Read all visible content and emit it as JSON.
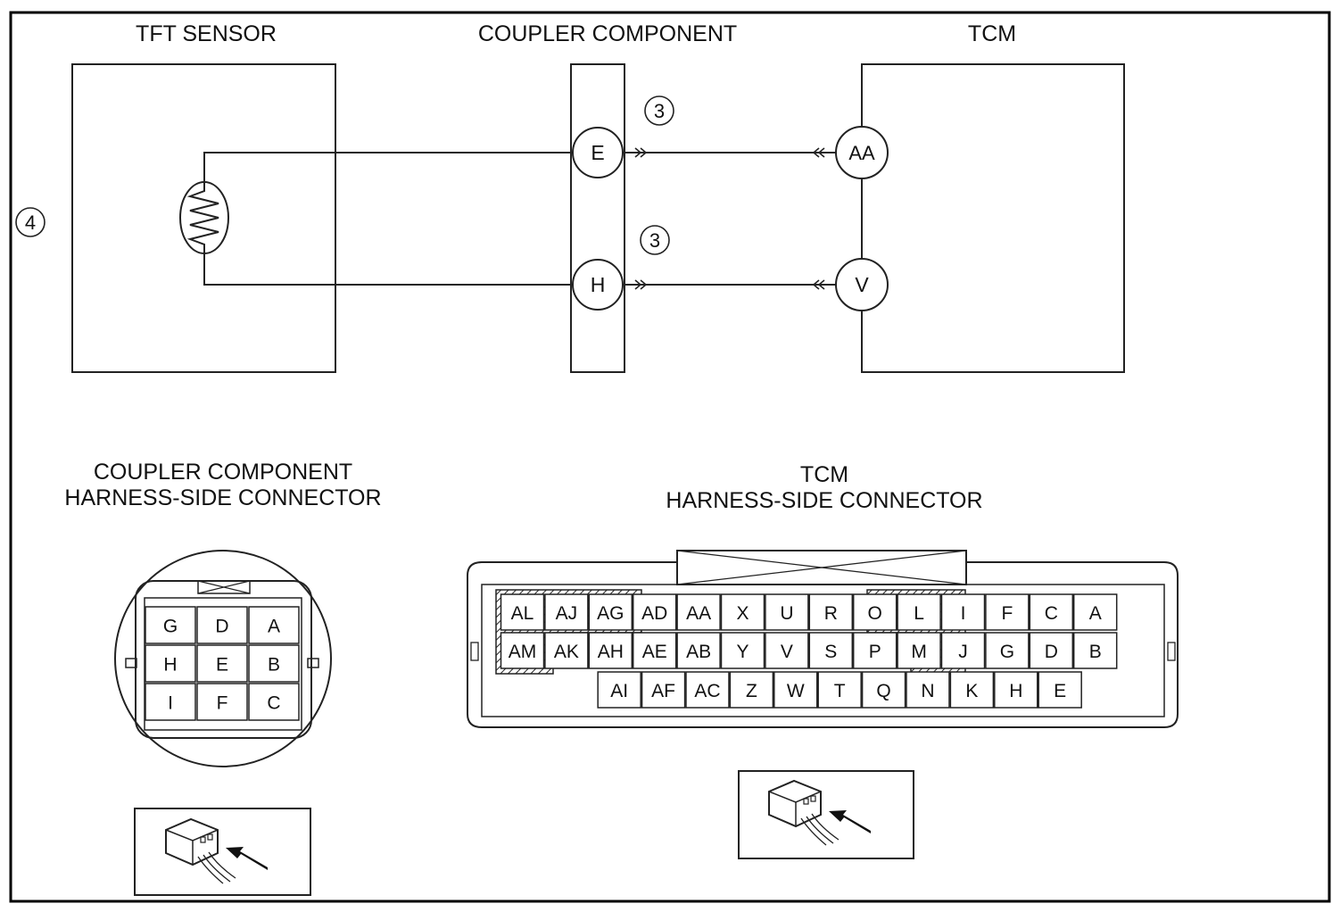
{
  "headings": {
    "tft_sensor": "TFT SENSOR",
    "coupler_component": "COUPLER COMPONENT",
    "tcm": "TCM",
    "coupler_connector_line1": "COUPLER COMPONENT",
    "coupler_connector_line2": "HARNESS-SIDE CONNECTOR",
    "tcm_connector_line1": "TCM",
    "tcm_connector_line2": "HARNESS-SIDE CONNECTOR"
  },
  "callouts": {
    "wire_top": "3",
    "wire_bottom": "3",
    "sensor_note": "4"
  },
  "pins": {
    "coupler_top": "E",
    "coupler_bottom": "H",
    "tcm_top": "AA",
    "tcm_bottom": "V"
  },
  "coupler_connector": {
    "rows": [
      [
        "G",
        "D",
        "A"
      ],
      [
        "H",
        "E",
        "B"
      ],
      [
        "I",
        "F",
        "C"
      ]
    ]
  },
  "tcm_connector": {
    "row1": [
      "AL",
      "AJ",
      "AG",
      "AD",
      "AA",
      "X",
      "U",
      "R",
      "O",
      "L",
      "I",
      "F",
      "C",
      "A"
    ],
    "row2": [
      "AM",
      "AK",
      "AH",
      "AE",
      "AB",
      "Y",
      "V",
      "S",
      "P",
      "M",
      "J",
      "G",
      "D",
      "B"
    ],
    "row3": [
      "AI",
      "AF",
      "AC",
      "Z",
      "W",
      "T",
      "Q",
      "N",
      "K",
      "H",
      "E"
    ]
  }
}
